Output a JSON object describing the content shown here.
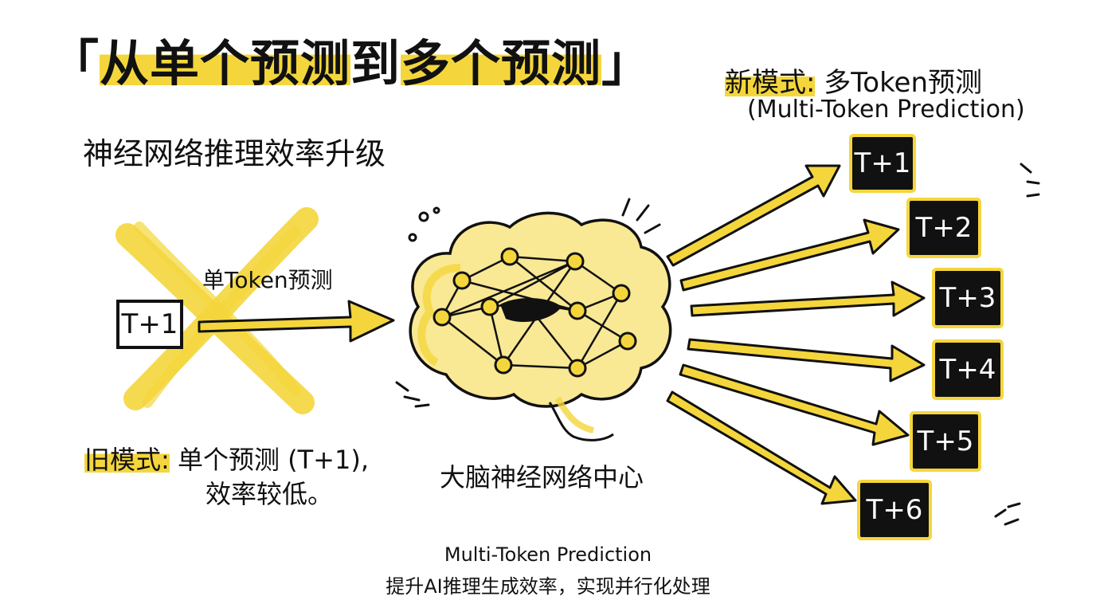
{
  "title": {
    "open_quote": "「",
    "part1": "从单个预测",
    "part2": "到",
    "part3": "多个预测",
    "close_quote": "」"
  },
  "subtitle": "神经网络推理效率升级",
  "new_mode": {
    "label": "新模式:",
    "text": "多Token预测",
    "english": "(Multi-Token Prediction)"
  },
  "old_mode": {
    "label": "旧模式:",
    "line1": "单个预测 (T+1),",
    "line2": "效率较低。"
  },
  "single_prediction_label": "单Token预测",
  "old_token": "T+1",
  "brain_label": "大脑神经网络中心",
  "output_tokens": [
    "T+1",
    "T+2",
    "T+3",
    "T+4",
    "T+5",
    "T+6"
  ],
  "footer": {
    "english": "Multi-Token Prediction",
    "chinese": "提升AI推理生成效率，实现并行化处理"
  },
  "colors": {
    "accent_yellow": "#f4d63c",
    "ink": "#111111",
    "token_text": "#ffffff"
  }
}
